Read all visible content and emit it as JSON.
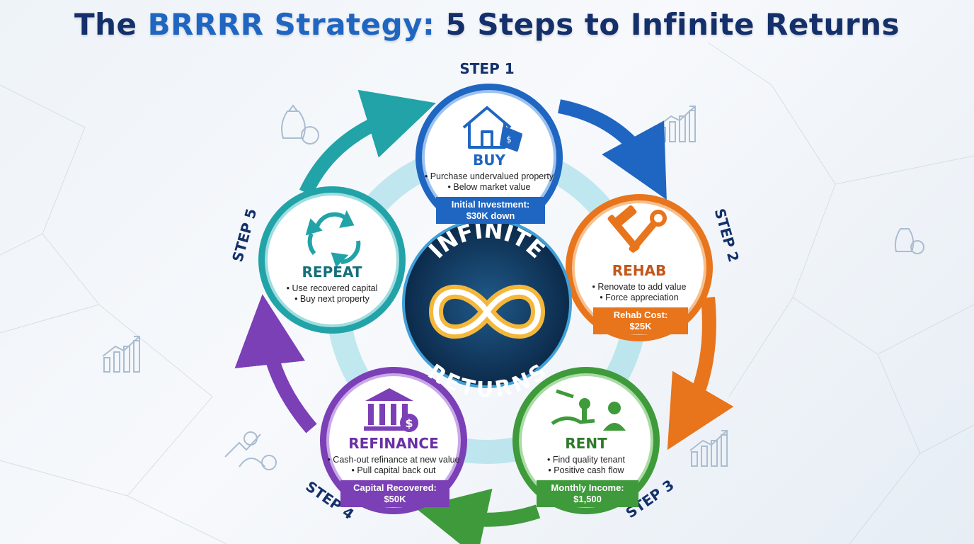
{
  "title": {
    "prefix": "The ",
    "accent": "BRRRR Strategy:",
    "suffix": " 5 Steps to Infinite Returns"
  },
  "center": {
    "top": "INFINITE",
    "bottom": "RETURNS"
  },
  "colors": {
    "buy": "#1f66c2",
    "rehab": "#e8741c",
    "rent": "#3e9a3a",
    "refinance": "#7b3fb6",
    "repeat": "#21a3a8",
    "title": "#14306b"
  },
  "steps": [
    {
      "step": "STEP 1",
      "name": "BUY",
      "icon": "house-tag-icon",
      "bullets": [
        "• Purchase undervalued property",
        "• Below market value"
      ],
      "metric_label": "Initial Investment:",
      "metric_value": "$30K down"
    },
    {
      "step": "STEP 2",
      "name": "REHAB",
      "icon": "hammer-wrench-icon",
      "bullets": [
        "• Renovate to add value",
        "• Force appreciation"
      ],
      "metric_label": "Rehab Cost:",
      "metric_value": "$25K"
    },
    {
      "step": "STEP 3",
      "name": "RENT",
      "icon": "keys-tenant-icon",
      "bullets": [
        "• Find quality tenant",
        "• Positive cash flow"
      ],
      "metric_label": "Monthly Income:",
      "metric_value": "$1,500"
    },
    {
      "step": "STEP 4",
      "name": "REFINANCE",
      "icon": "bank-dollar-icon",
      "bullets": [
        "• Cash-out refinance at new value",
        "• Pull capital back out"
      ],
      "metric_label": "Capital Recovered:",
      "metric_value": "$50K"
    },
    {
      "step": "STEP 5",
      "name": "REPEAT",
      "icon": "recycle-arrows-icon",
      "bullets": [
        "• Use recovered capital",
        "• Buy next property"
      ],
      "metric_label": "",
      "metric_value": ""
    }
  ]
}
